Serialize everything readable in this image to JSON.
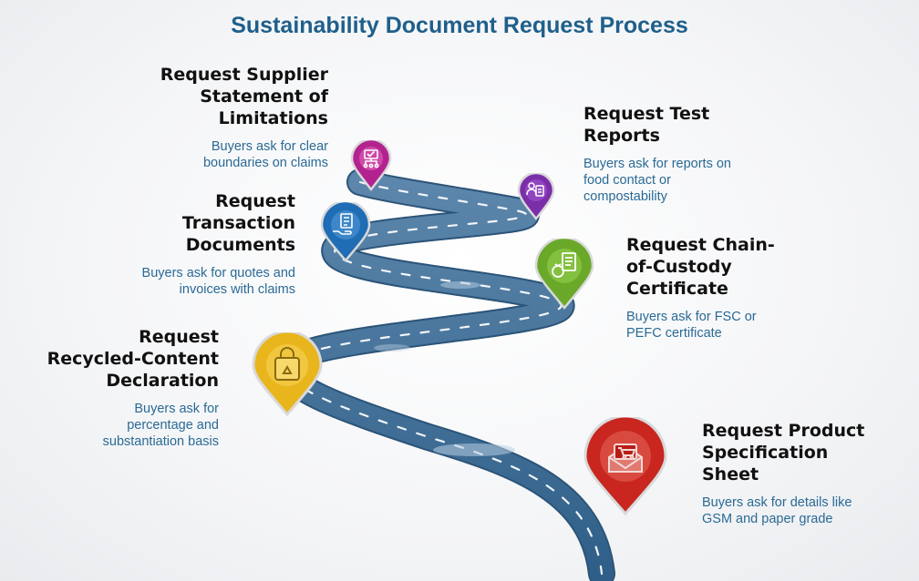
{
  "title": "Sustainability Document Request Process",
  "colors": {
    "title": "#1f5f8b",
    "road": "#3f6f96",
    "magenta": "#b3238f",
    "purple": "#7a2ea8",
    "blue": "#1f6db5",
    "green": "#6aa82a",
    "yellow": "#e8b51c",
    "red": "#c8261f"
  },
  "steps": [
    {
      "heading": "Request Supplier Statement of Limitations",
      "description": "Buyers ask for clear boundaries on claims",
      "icon": "org-chart-checkmark-icon",
      "color": "#b3238f"
    },
    {
      "heading": "Request Test Reports",
      "description": "Buyers ask for reports on food contact or compostability",
      "icon": "person-document-icon",
      "color": "#7a2ea8"
    },
    {
      "heading": "Request Transaction Documents",
      "description": "Buyers ask for quotes and invoices with claims",
      "icon": "hand-document-icon",
      "color": "#1f6db5"
    },
    {
      "heading": "Request Chain-of-Custody Certificate",
      "description": "Buyers ask for FSC or PEFC certificate",
      "icon": "certificate-ring-icon",
      "color": "#6aa82a"
    },
    {
      "heading": "Request Recycled-Content Declaration",
      "description": "Buyers ask for percentage and substantiation basis",
      "icon": "recycle-bag-icon",
      "color": "#e8b51c"
    },
    {
      "heading": "Request Product Specification Sheet",
      "description": "Buyers ask for details like GSM and paper grade",
      "icon": "cart-envelope-icon",
      "color": "#c8261f"
    }
  ]
}
